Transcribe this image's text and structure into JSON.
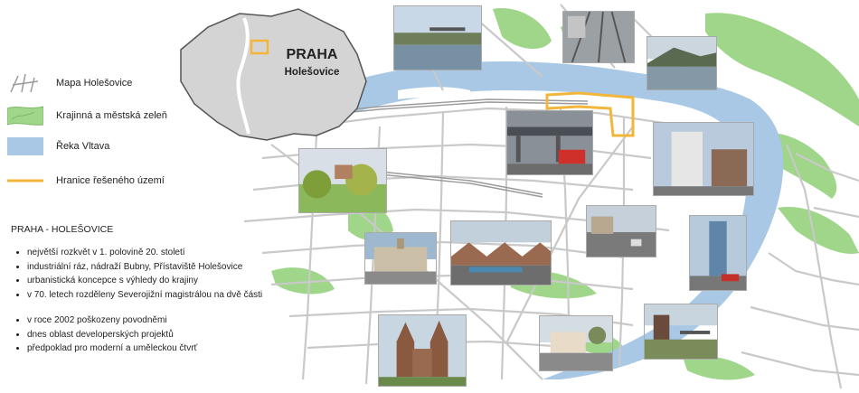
{
  "inset": {
    "city": "PRAHA",
    "district": "Holešovice"
  },
  "legend": [
    {
      "label": "Mapa Holešovice",
      "kind": "streets"
    },
    {
      "label": "Krajinná a městská zeleň",
      "kind": "green",
      "color": "#9fd68a"
    },
    {
      "label": "Řeka Vltava",
      "kind": "river",
      "color": "#a8c8e6"
    },
    {
      "label": "Hranice řešeného území",
      "kind": "boundary",
      "color": "#f2b63a"
    }
  ],
  "notes": {
    "title": "PRAHA - HOLEŠOVICE",
    "group1": [
      "největší rozkvět v 1. polovině 20. století",
      "industriální ráz, nádraží Bubny, Přístaviště Holešovice",
      "urbanistická koncepce s výhledy do krajiny",
      "v 70. letech rozděleny Severojižní magistrálou na dvě části"
    ],
    "group2": [
      "v roce 2002 poškozeny povodněmi",
      "dnes oblast developerských projektů",
      "předpoklad pro moderní a uměleckou čtvrť"
    ]
  },
  "colors": {
    "green": "#9fd68a",
    "river": "#a8c8e6",
    "boundary": "#f2b63a",
    "inset_fill": "#d4d4d4",
    "street": "#c9c9c9"
  },
  "photos": [
    {
      "name": "photo-riverside-bridge",
      "kind": "river"
    },
    {
      "name": "photo-railway-tracks",
      "kind": "city"
    },
    {
      "name": "photo-river-hills",
      "kind": "river"
    },
    {
      "name": "photo-overpass-red-car",
      "kind": "street"
    },
    {
      "name": "photo-modern-building",
      "kind": "building"
    },
    {
      "name": "photo-park-trees",
      "kind": "park"
    },
    {
      "name": "photo-street-view",
      "kind": "street"
    },
    {
      "name": "photo-exhibition-palace",
      "kind": "building"
    },
    {
      "name": "photo-bubny-station",
      "kind": "industrial"
    },
    {
      "name": "photo-glass-tower",
      "kind": "building"
    },
    {
      "name": "photo-small-house",
      "kind": "street"
    },
    {
      "name": "photo-church",
      "kind": "building"
    },
    {
      "name": "photo-industrial-courtyard",
      "kind": "industrial"
    }
  ]
}
